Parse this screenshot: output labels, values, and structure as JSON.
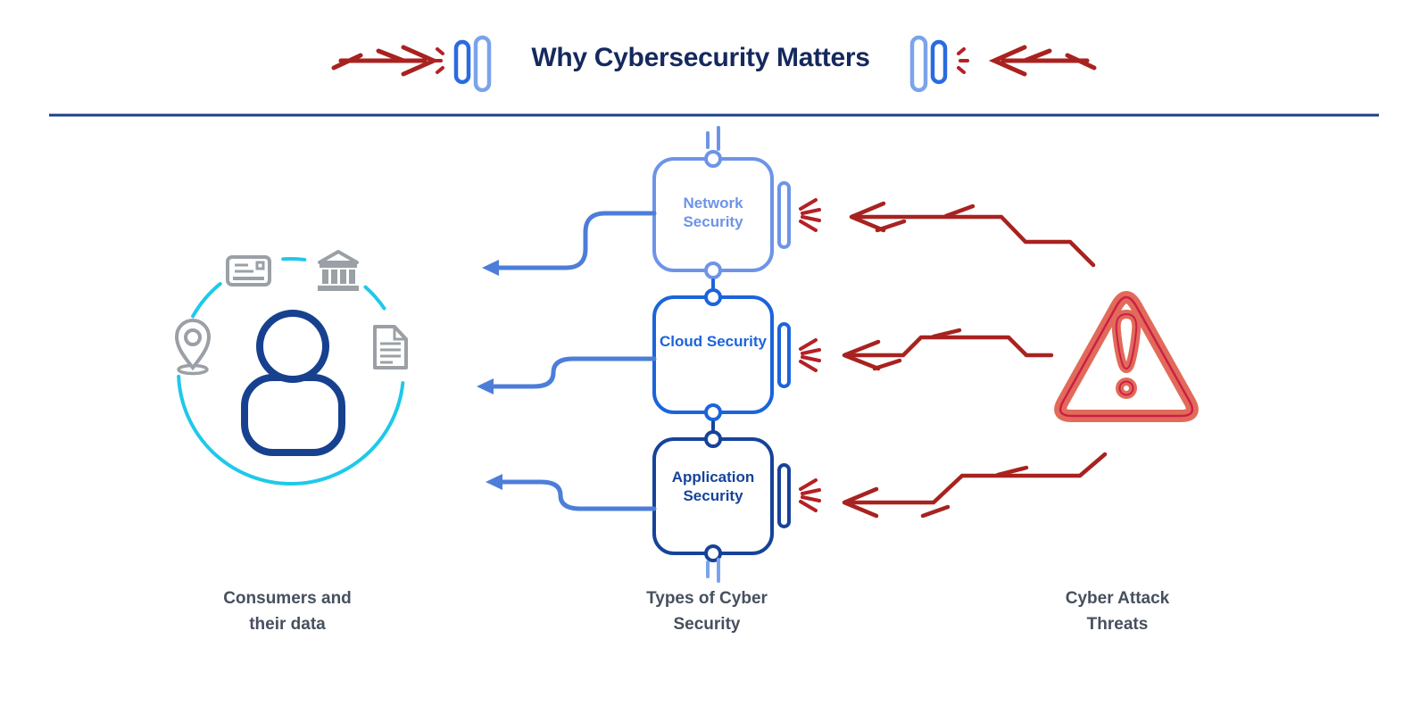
{
  "title": "Why Cybersecurity Matters",
  "sections": {
    "consumers": {
      "caption": "Consumers and their data",
      "icons": [
        "credit-card-icon",
        "bank-icon",
        "location-pin-icon",
        "document-icon",
        "person-icon"
      ]
    },
    "types": {
      "caption": "Types of Cyber Security",
      "boxes": [
        {
          "label": "Network Security",
          "color": "#6d94e8"
        },
        {
          "label": "Cloud Security",
          "color": "#1b64dc"
        },
        {
          "label": "Application Security",
          "color": "#16439a"
        }
      ]
    },
    "threats": {
      "caption": "Cyber Attack Threats",
      "icon": "warning-triangle-icon"
    }
  },
  "colors": {
    "title_navy": "#15295e",
    "divider_navy": "#1b3e8f",
    "attack_red": "#a8221f",
    "alert_salmon": "#e26a5a",
    "alert_crimson": "#cc1f45",
    "consumer_cyan": "#1ec9e9",
    "person_navy": "#17418f",
    "icon_gray": "#9aa0a6",
    "shield_arrow_blue": "#4c7ed9",
    "caption_gray": "#46505e",
    "pill_dark_blue": "#2a6be0",
    "pill_light_blue": "#7ba3ec"
  }
}
